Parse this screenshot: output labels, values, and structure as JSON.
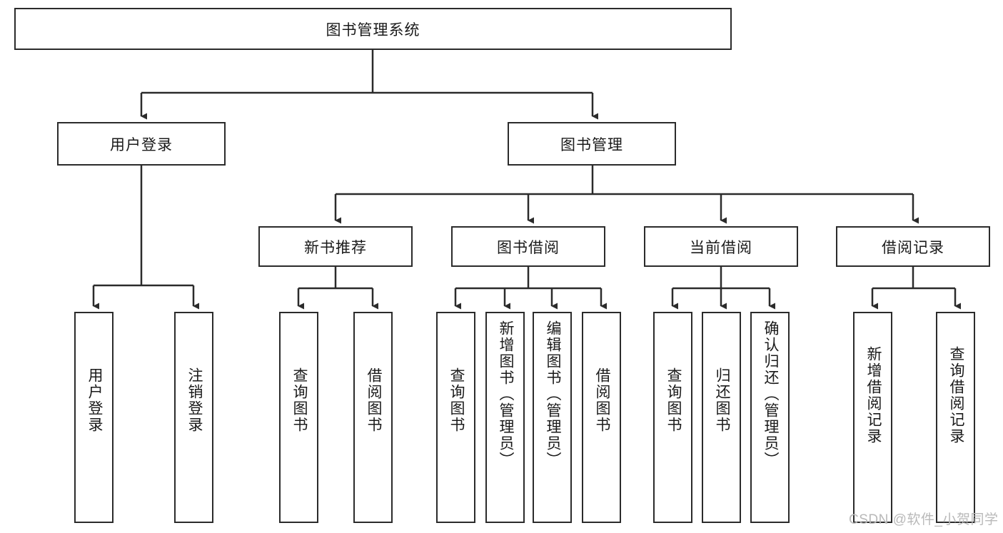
{
  "diagram": {
    "title": "图书管理系统",
    "watermark": "CSDN @软件_小贺同学",
    "colors": {
      "border": "#2b2b2b",
      "fill": "#ffffff",
      "text": "#1a1a1a",
      "watermark": "#b9b9b9"
    },
    "root": {
      "label": "图书管理系统"
    },
    "level2": [
      {
        "label": "用户登录"
      },
      {
        "label": "图书管理"
      }
    ],
    "level3": [
      {
        "label": "新书推荐"
      },
      {
        "label": "图书借阅"
      },
      {
        "label": "当前借阅"
      },
      {
        "label": "借阅记录"
      }
    ],
    "leaves": {
      "user_login": [
        {
          "label": "用户登录"
        },
        {
          "label": "注销登录"
        }
      ],
      "new_book": [
        {
          "label": "查询图书"
        },
        {
          "label": "借阅图书"
        }
      ],
      "book_borrow": [
        {
          "label": "查询图书"
        },
        {
          "label": "新增图书（管理员）"
        },
        {
          "label": "编辑图书（管理员）"
        },
        {
          "label": "借阅图书"
        }
      ],
      "current_borrow": [
        {
          "label": "查询图书"
        },
        {
          "label": "归还图书"
        },
        {
          "label": "确认归还（管理员）"
        }
      ],
      "borrow_record": [
        {
          "label": "新增借阅记录"
        },
        {
          "label": "查询借阅记录"
        }
      ]
    }
  }
}
